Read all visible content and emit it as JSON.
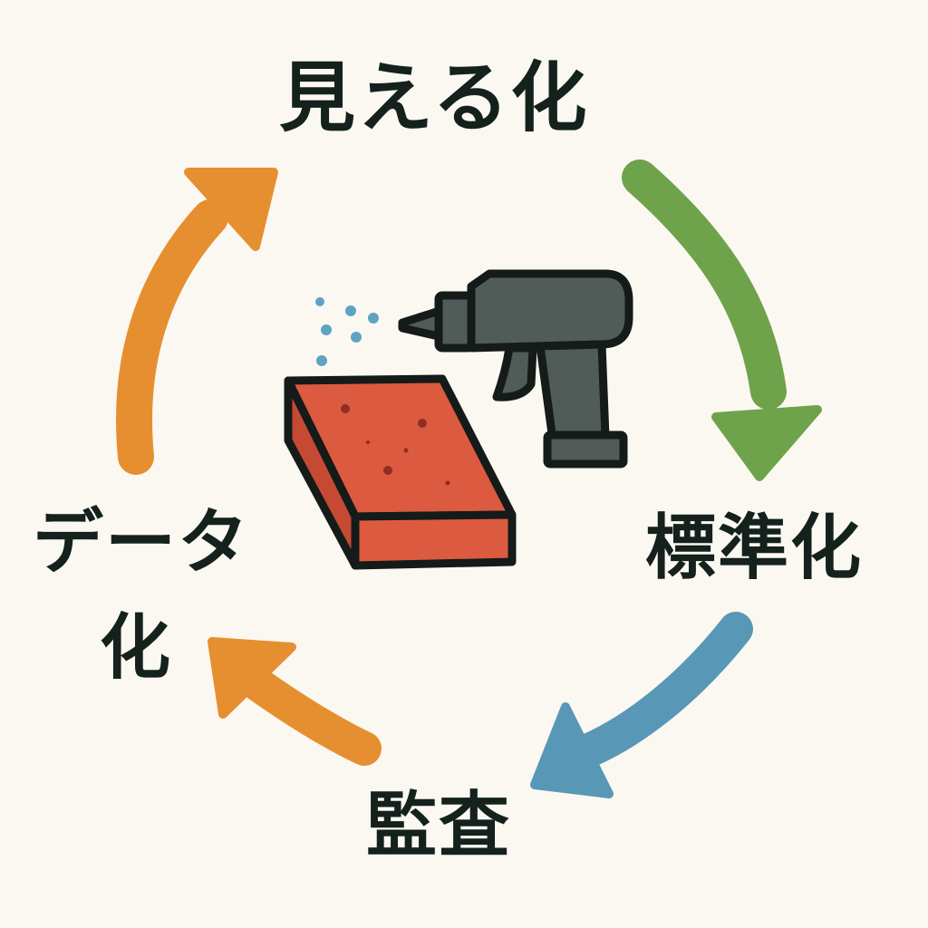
{
  "stages": {
    "top": "見える化",
    "right": "標準化",
    "bottom": "監査",
    "left_line1": "データ",
    "left_line2": "化"
  },
  "colors": {
    "background": "#fbf8f1",
    "text": "#14211d",
    "arrow_green": "#6ea24b",
    "arrow_blue": "#5898b6",
    "arrow_orange": "#e68f30",
    "brick": "#dc5a40",
    "brick_side": "#c64a33",
    "spray_gun": "#515b58",
    "mist": "#5ea3c4",
    "outline": "#141b19"
  },
  "icons": {
    "center_left": "brick-icon",
    "center_right": "spray-gun-icon"
  }
}
